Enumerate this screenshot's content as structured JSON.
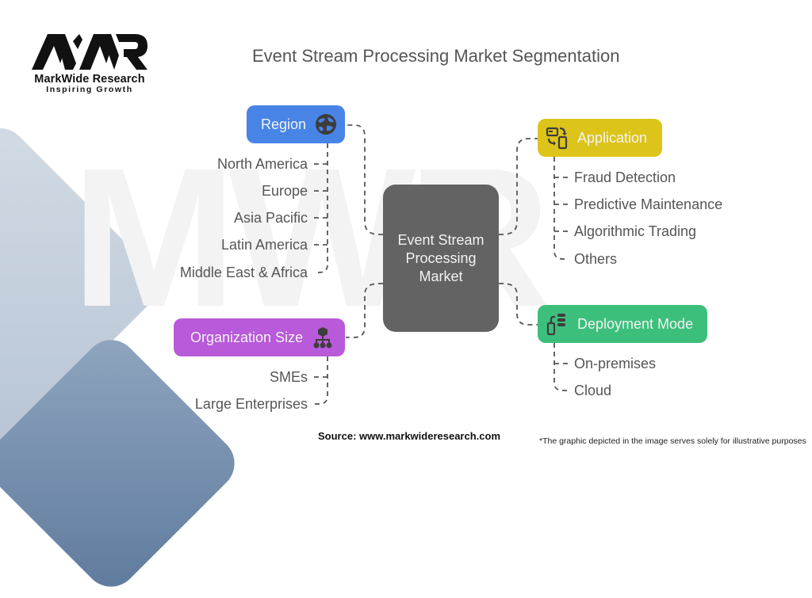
{
  "brand": {
    "logo_mark": "MWR",
    "name": "MarkWide Research",
    "tagline": "Inspiring Growth",
    "watermark": "MWR"
  },
  "title": "Event Stream Processing Market Segmentation",
  "center": {
    "label": "Event Stream Processing Market",
    "color": "#636363"
  },
  "categories": {
    "region": {
      "label": "Region",
      "icon": "globe-icon",
      "color": "#4784e6",
      "items": [
        "North America",
        "Europe",
        "Asia Pacific",
        "Latin America",
        "Middle East & Africa"
      ]
    },
    "application": {
      "label": "Application",
      "icon": "app-transfer-icon",
      "color": "#ddc41a",
      "items": [
        "Fraud Detection",
        "Predictive Maintenance",
        "Algorithmic Trading",
        "Others"
      ]
    },
    "organization_size": {
      "label": "Organization Size",
      "icon": "hierarchy-icon",
      "color": "#b85ad9",
      "items": [
        "SMEs",
        "Large Enterprises"
      ]
    },
    "deployment_mode": {
      "label": "Deployment Mode",
      "icon": "device-server-icon",
      "color": "#3dbf7c",
      "items": [
        "On-premises",
        "Cloud"
      ]
    }
  },
  "footer": {
    "source": "Source: www.markwideresearch.com",
    "disclaimer": "*The graphic depicted in the image serves solely for illustrative purposes"
  }
}
